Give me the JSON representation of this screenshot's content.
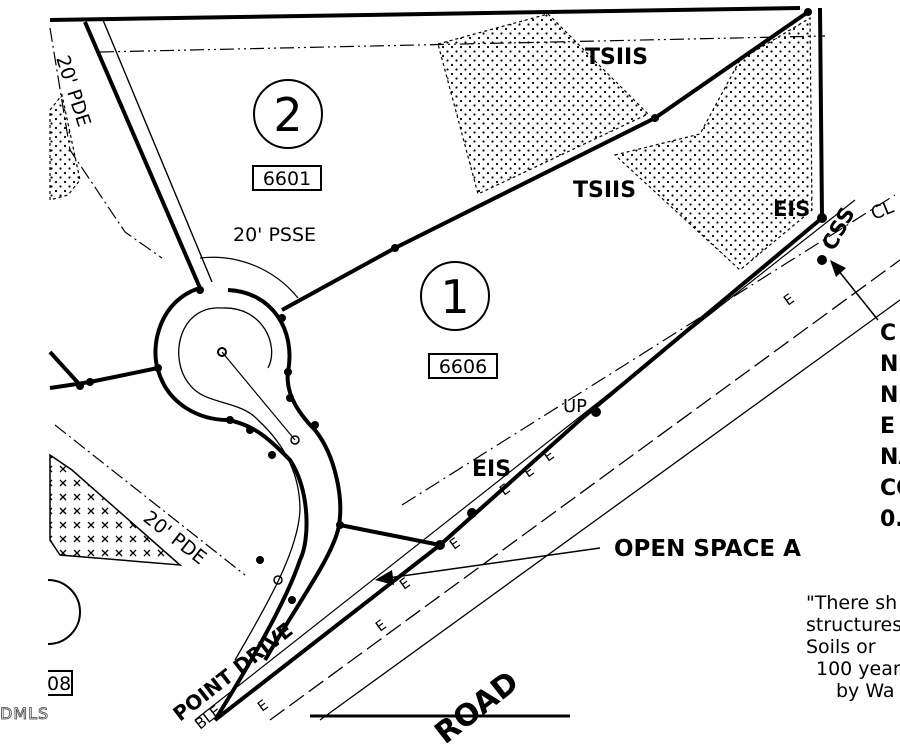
{
  "lots": [
    {
      "number": "2",
      "id": "6601"
    },
    {
      "number": "1",
      "id": "6606"
    }
  ],
  "easements": {
    "pde_top": "20' PDE",
    "psse": "20' PSSE",
    "pde_bottom": "20' PDE"
  },
  "soil_labels": {
    "tsiis_top": "TSIIS",
    "tsiis_mid": "TSIIS",
    "eis_right": "EIS",
    "eis_road": "EIS",
    "css": "CSS",
    "cl": "CL"
  },
  "utility": {
    "up": "UP",
    "e_marks": [
      "E",
      "E",
      "E",
      "E",
      "E",
      "E",
      "E",
      "E"
    ]
  },
  "open_space": "OPEN SPACE A",
  "street": "POINT DRIVE",
  "street_sub": "BLE",
  "road": "ROAD",
  "cutoff_left": "08",
  "cutoff_right_lines": [
    "C",
    "N",
    "N",
    "E",
    "NA",
    "CO",
    "0."
  ],
  "note_lines": [
    "\"There sh",
    "structures",
    "Soils or",
    "100 year",
    "by Wa"
  ],
  "watermark": "DMLS"
}
